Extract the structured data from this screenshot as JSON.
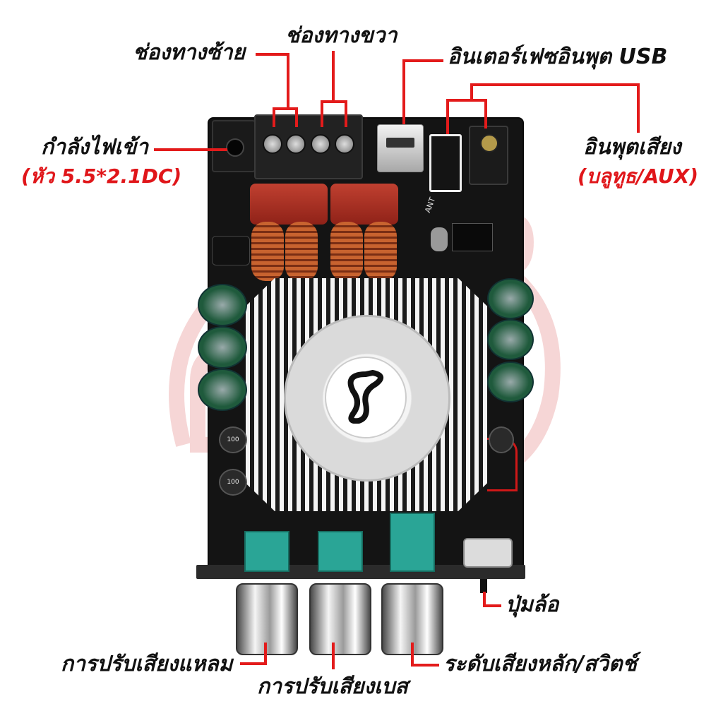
{
  "labels": {
    "left_channel": "ช่องทางซ้าย",
    "right_channel": "ช่องทางขวา",
    "usb_interface": "อินเตอร์เฟซอินพุต USB",
    "power_in": "กำลังไฟเข้า",
    "power_jack": "(หัว 5.5*2.1DC)",
    "audio_in": "อินพุตเสียง",
    "audio_in_types": "(บลูทูธ/AUX)",
    "wheel_button": "ปุ่มล้อ",
    "treble_adjust": "การปรับเสียงแหลม",
    "bass_adjust": "การปรับเสียงเบส",
    "volume_switch": "ระดับเสียงหลัก/สวิตช์"
  },
  "board_text": {
    "antenna": "ANT",
    "cap_value": "100",
    "cap_value_2": "100"
  },
  "colors": {
    "accent": "#e31b1b",
    "pcb": "#141414",
    "capacitor_red": "#a82c22",
    "inductor_copper": "#b8542a",
    "potentiometer_teal": "#2aa596",
    "electrolytic_green": "#1f5a3c",
    "watermark": "#f2c6c6"
  }
}
